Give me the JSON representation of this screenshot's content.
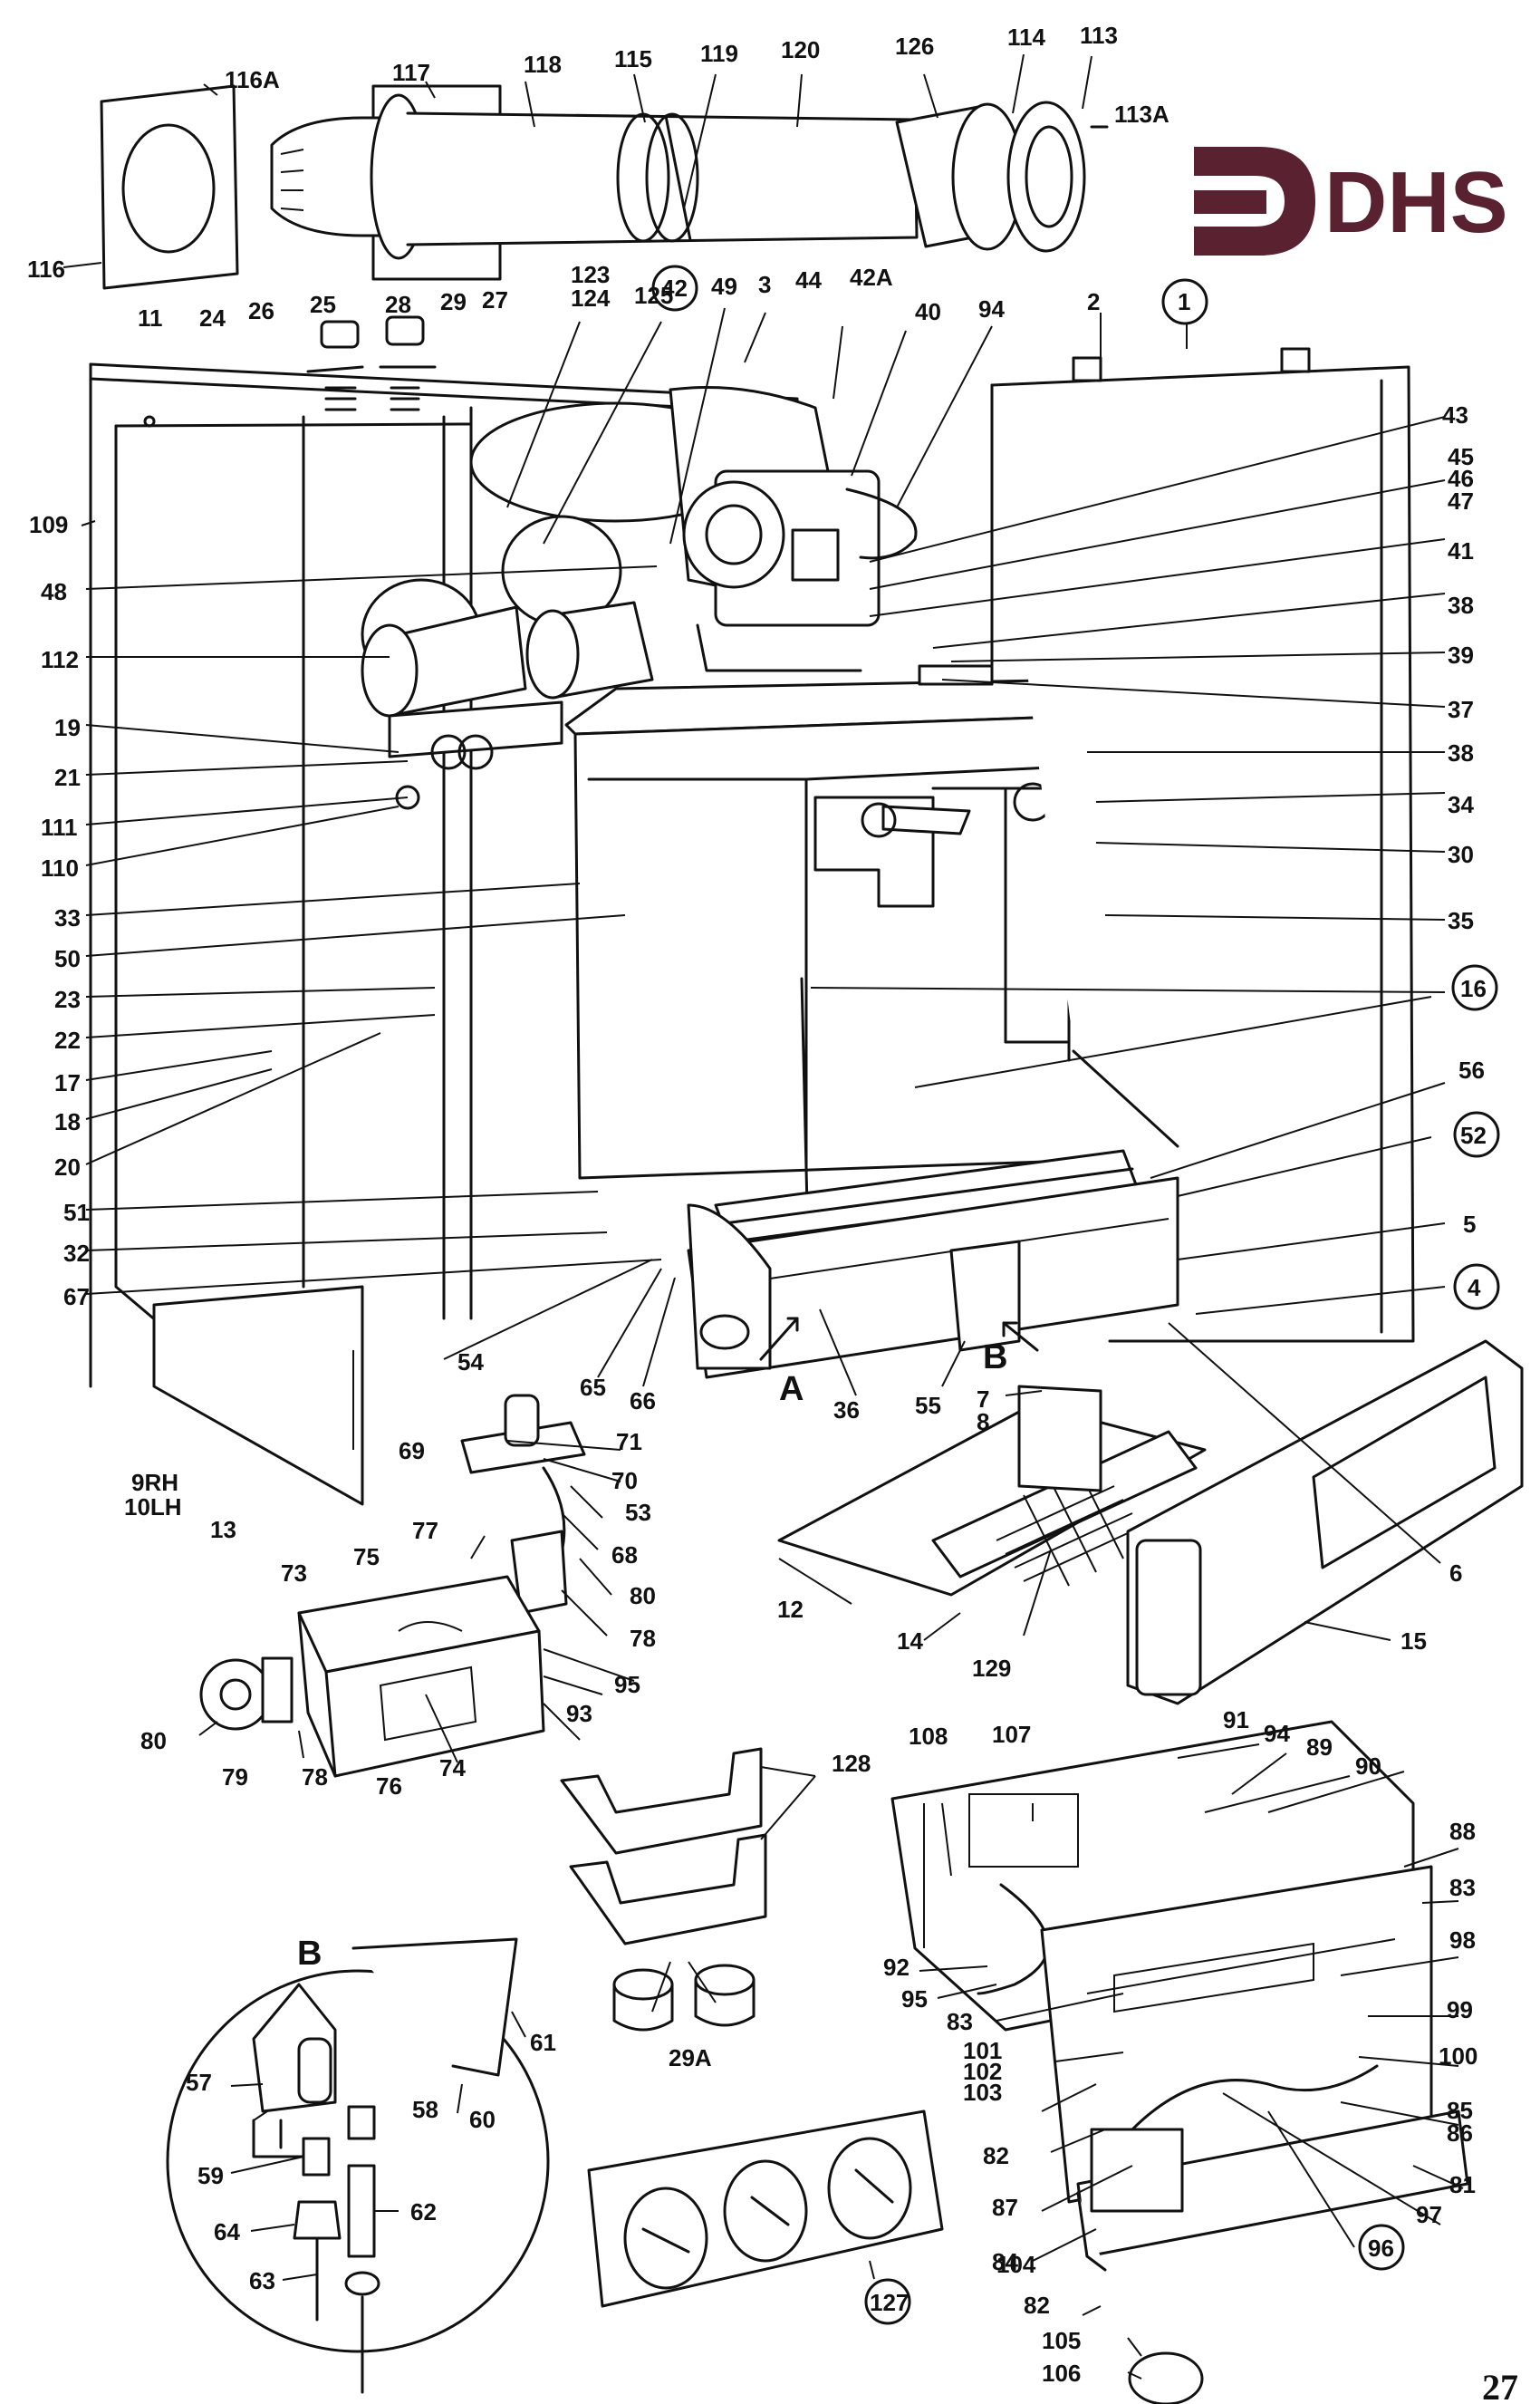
{
  "logo": {
    "text": "DHS",
    "color": "#5a2230"
  },
  "page_number": "27",
  "section_letters": {
    "a": "A",
    "b": "B",
    "detail_b": "B"
  },
  "labels": {
    "116A": "116A",
    "117": "117",
    "118": "118",
    "115": "115",
    "119": "119",
    "120": "120",
    "126": "126",
    "114": "114",
    "113": "113",
    "113A": "113A",
    "116": "116",
    "123": "123",
    "124": "124",
    "125": "125",
    "42": "42",
    "49": "49",
    "3": "3",
    "44": "44",
    "42A": "42A",
    "40": "40",
    "94a": "94",
    "2": "2",
    "1": "1",
    "11": "11",
    "24": "24",
    "26": "26",
    "25": "25",
    "28": "28",
    "29": "29",
    "27": "27",
    "109": "109",
    "48": "48",
    "112": "112",
    "19": "19",
    "21": "21",
    "111": "111",
    "110": "110",
    "33": "33",
    "50": "50",
    "23": "23",
    "22": "22",
    "17": "17",
    "18": "18",
    "20": "20",
    "51": "51",
    "32": "32",
    "67": "67",
    "54": "54",
    "65": "65",
    "66": "66",
    "36": "36",
    "55": "55",
    "9RH": "9RH",
    "10LH": "10LH",
    "13": "13",
    "43": "43",
    "45": "45",
    "46": "46",
    "47": "47",
    "41": "41",
    "38a": "38",
    "39": "39",
    "37": "37",
    "38b": "38",
    "34": "34",
    "30": "30",
    "35": "35",
    "16": "16",
    "56": "56",
    "52": "52",
    "5": "5",
    "4": "4",
    "6": "6",
    "7": "7",
    "8": "8",
    "69": "69",
    "71": "71",
    "70": "70",
    "53": "53",
    "77": "77",
    "68": "68",
    "80a": "80",
    "73": "73",
    "75": "75",
    "78a": "78",
    "95a": "95",
    "93": "93",
    "80b": "80",
    "79": "79",
    "78b": "78",
    "76": "76",
    "74": "74",
    "12": "12",
    "14": "14",
    "129": "129",
    "15": "15",
    "128": "128",
    "29A": "29A",
    "108": "108",
    "107": "107",
    "91": "91",
    "94b": "94",
    "89": "89",
    "90": "90",
    "88": "88",
    "83a": "83",
    "98": "98",
    "92": "92",
    "95b": "95",
    "83b": "83",
    "99": "99",
    "100": "100",
    "101": "101",
    "102": "102",
    "103": "103",
    "85": "85",
    "86": "86",
    "82a": "82",
    "87": "87",
    "81": "81",
    "84": "84",
    "96": "96",
    "97": "97",
    "104": "104",
    "82b": "82",
    "105": "105",
    "106": "106",
    "127": "127",
    "57": "57",
    "58": "58",
    "60": "60",
    "61": "61",
    "59": "59",
    "62": "62",
    "64": "64",
    "63": "63"
  }
}
